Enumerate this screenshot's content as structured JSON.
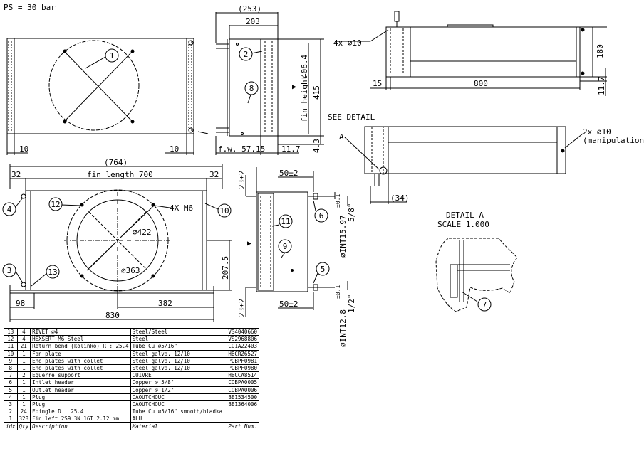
{
  "pressure_note": "PS = 30 bar",
  "dimensions": {
    "d_253": "(253)",
    "d_203": "203",
    "d_406": "406.4",
    "d_415": "415",
    "fin_height": "fin height",
    "fw": "f.w. 57.15",
    "d_11_7": "11.7",
    "d_4_3": "4.3",
    "d_10_left": "10",
    "d_10_right": "10",
    "hole_4x": "4x ⌀10",
    "d_180": "180",
    "d_15": "15",
    "d_800": "800",
    "d_11_7_top": "11.7",
    "see_detail": "SEE DETAIL",
    "detail_a_mark": "A",
    "hole_2x": "2x ⌀10",
    "manipulation": "(manipulation)",
    "d_34": "(34)",
    "d_764": "(764)",
    "fin_length": "fin length 700",
    "d_32_left": "32",
    "d_32_right": "32",
    "m6": "4X M6",
    "d_422": "⌀422",
    "d_363": "⌀363",
    "d_207": "207.5",
    "d_98": "98",
    "d_382": "382",
    "d_830": "830",
    "d_50_top": "50±2",
    "d_23_top": "23±2",
    "d_50_bot": "50±2",
    "d_23_bot": "23±2",
    "int_15": "⌀INT15.97",
    "tol_15": "±0.1",
    "frac_58": "5/8\"",
    "int_12": "⌀INT12.8",
    "tol_12": "±0.1",
    "frac_12": "1/2\"",
    "detail_title": "DETAIL  A",
    "detail_scale": "SCALE  1.000"
  },
  "balloons": [
    "1",
    "2",
    "8",
    "12",
    "4",
    "10",
    "3",
    "13",
    "11",
    "6",
    "9",
    "5",
    "7"
  ],
  "bom": {
    "rows": [
      {
        "idx": "13",
        "qty": "4",
        "desc": "RIVET ⌀4",
        "mat": "Steel/Steel",
        "part": "VS4040660"
      },
      {
        "idx": "12",
        "qty": "4",
        "desc": "HEXSERT M6 Steel",
        "mat": "Steel",
        "part": "VS2968806"
      },
      {
        "idx": "11",
        "qty": "21",
        "desc": "Return bend (kolinko) R : 25.4",
        "mat": "Tube Cu ⌀5/16\"",
        "part": "CO1A22403"
      },
      {
        "idx": "10",
        "qty": "1",
        "desc": "Fan plate",
        "mat": "Steel galva. 12/10",
        "part": "HBCRZ6527"
      },
      {
        "idx": "9",
        "qty": "1",
        "desc": "End plates with collet",
        "mat": "Steel galva. 12/10",
        "part": "PGBPF0981"
      },
      {
        "idx": "8",
        "qty": "1",
        "desc": "End plates with collet",
        "mat": "Steel galva. 12/10",
        "part": "PGBPF0980"
      },
      {
        "idx": "7",
        "qty": "2",
        "desc": "Equerre support",
        "mat": "CUIVRE",
        "part": "HBCCA8514"
      },
      {
        "idx": "6",
        "qty": "1",
        "desc": "Intlet header",
        "mat": "Copper ⌀ 5/8\"",
        "part": "COBPA0005"
      },
      {
        "idx": "5",
        "qty": "1",
        "desc": "Outlet header",
        "mat": "Copper ⌀ 1/2\"",
        "part": "COBPA0006"
      },
      {
        "idx": "4",
        "qty": "1",
        "desc": "Plug",
        "mat": "CAOUTCHOUC",
        "part": "BE1534500"
      },
      {
        "idx": "3",
        "qty": "1",
        "desc": "Plug",
        "mat": "CAOUTCHOUC",
        "part": "BE1364006"
      },
      {
        "idx": "2",
        "qty": "24",
        "desc": "Epingle D : 25.4",
        "mat": "Tube Cu ⌀5/16\" smooth/hladka",
        "part": ""
      },
      {
        "idx": "1",
        "qty": "328",
        "desc": "Fin left 2S9 3N 16T 2.12 mm",
        "mat": "ALU",
        "part": ""
      }
    ],
    "header": {
      "idx": "idx",
      "qty": "Qty",
      "desc": "Description",
      "mat": "Material",
      "part": "Part Num."
    }
  }
}
